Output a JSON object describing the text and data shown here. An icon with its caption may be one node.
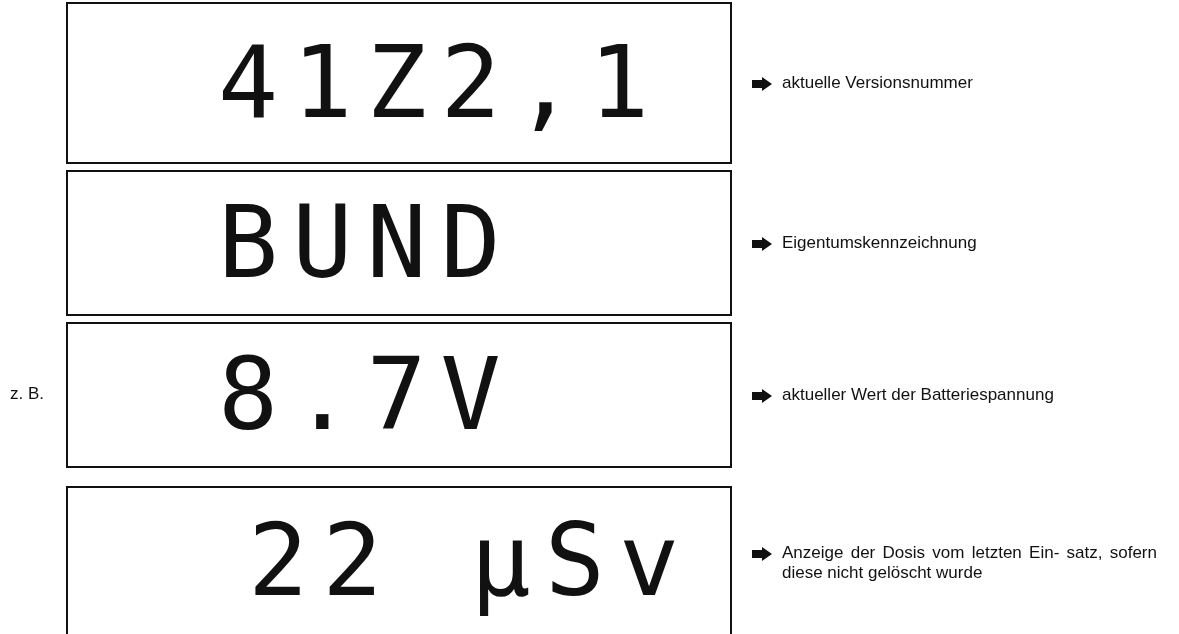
{
  "diagram": {
    "nodes": [
      {
        "text": [
          "41Z2,1"
        ],
        "beside": [
          "aktuelle Versionsnummer"
        ]
      },
      {
        "text": [
          "BUND"
        ],
        "beside": [
          "Eigentumskennzeichnung"
        ]
      },
      {
        "text": [
          "8.7V"
        ],
        "beside": [
          "aktueller Wert der Batteriespannung"
        ]
      },
      {
        "text": [
          "22 µSv"
        ],
        "beside": [
          "Anzeige der Dosis vom letzten Ein- satz, sofern diese nicht gelöscht wurde"
        ]
      }
    ],
    "labels": [
      "z. B."
    ]
  }
}
